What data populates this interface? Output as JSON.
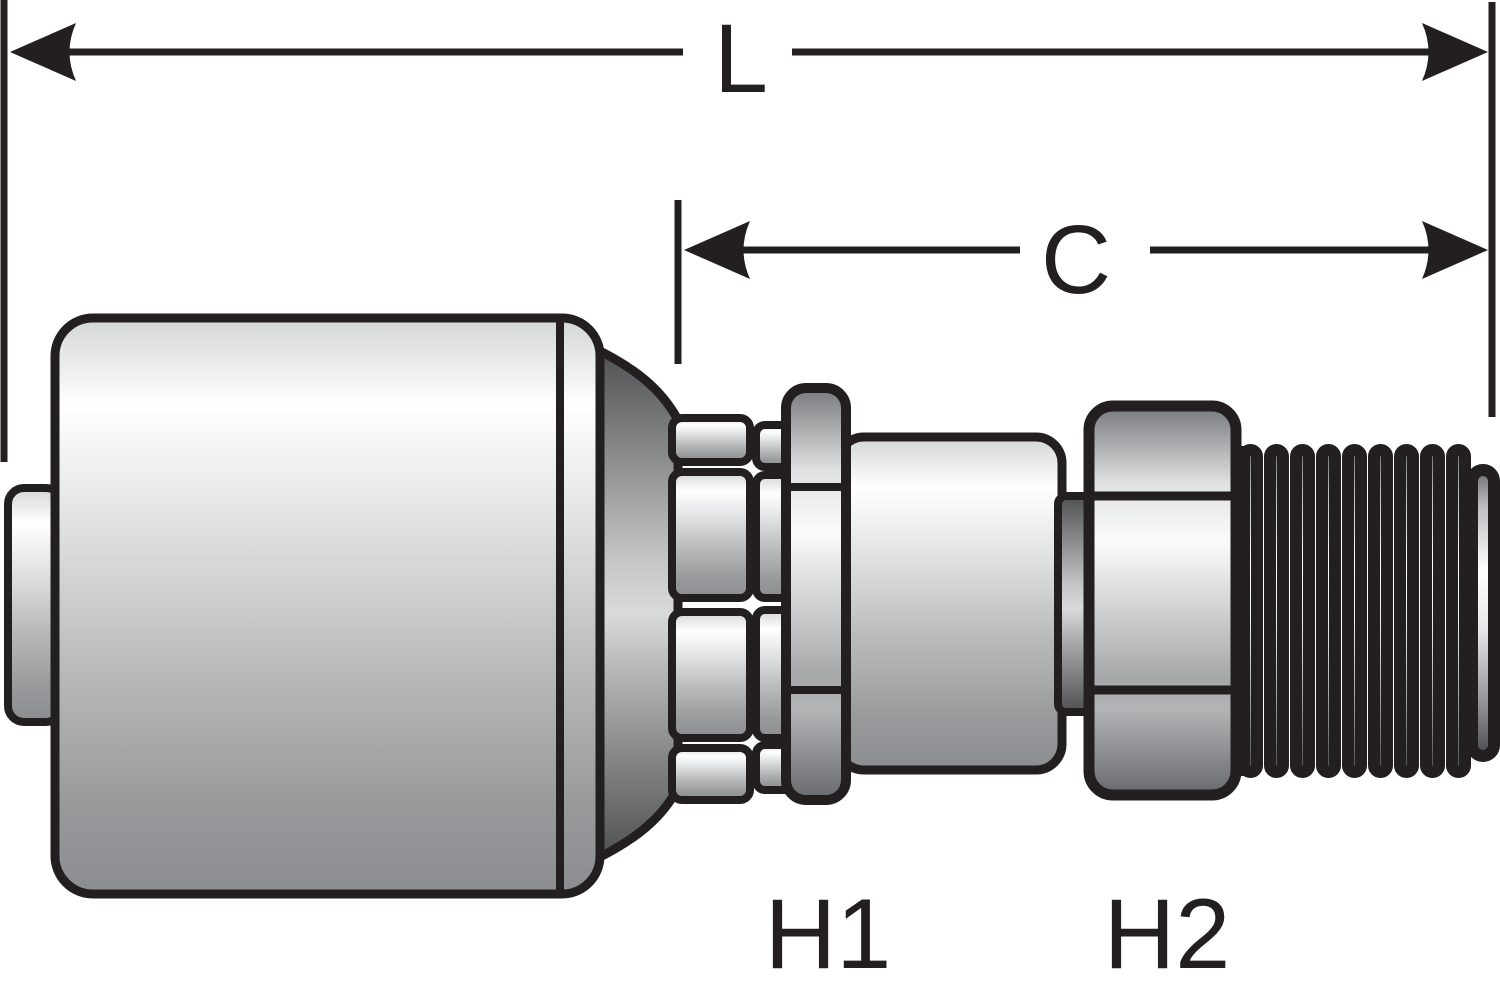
{
  "diagram": {
    "type": "technical-drawing",
    "subject": "hydraulic hose crimp coupling with male thread end, side view with dimension callouts",
    "labels": {
      "overall_length": "L",
      "cutoff_length": "C",
      "hex1": "H1",
      "hex2": "H2"
    },
    "colors": {
      "outline": "#231f20",
      "background": "#ffffff",
      "metal_highlight": "#ffffff",
      "metal_light": "#dedfe0",
      "metal_mid": "#b9bbbd",
      "metal_shadow": "#8b8d90",
      "metal_dark": "#4f5052"
    }
  }
}
